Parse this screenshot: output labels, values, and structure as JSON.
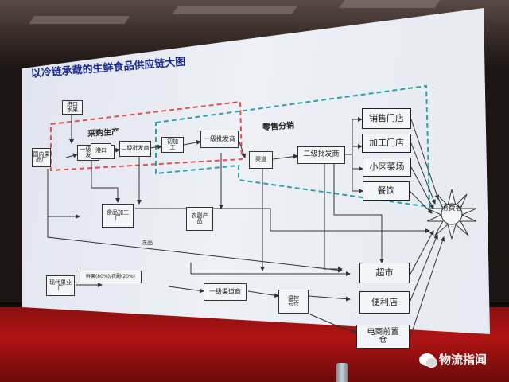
{
  "slide": {
    "title": "以冷链承载的生鲜食品供应链大图",
    "sections": {
      "procurement": "采购生产",
      "retail": "零售分销"
    },
    "nodes": {
      "import": "进口\n水果",
      "origin": "国内果\n品厂",
      "wholesale1_left": "一级批\n发",
      "port": "港口",
      "wholesale2_left": "二级批发商",
      "processing": "初加\n工",
      "wholesale1": "一级批发商",
      "channel": "渠道",
      "wholesale2": "二级批发商",
      "store_sales": "销售门店",
      "store_processing": "加工门店",
      "community": "小区菜场",
      "catering": "餐饮",
      "factory": "食品加工\n厂",
      "farm_products": "农副产\n品",
      "stock": "冻品",
      "supermarket": "超市",
      "convenience": "便利店",
      "ecommerce": "电商前置\n仓",
      "small_box": "现代果业\n厂",
      "long_box": "鲜果(80%)/农副(20%)",
      "first_channel": "一级渠道商",
      "cold_warehouse": "温控\n云仓",
      "consumer": "消费者"
    }
  },
  "colors": {
    "title": "#1a2a8c",
    "red_dashed": "#e0524f",
    "teal_dashed": "#2aa3a8",
    "floor": "#b01414"
  },
  "watermark": {
    "text": "物流指闻"
  }
}
